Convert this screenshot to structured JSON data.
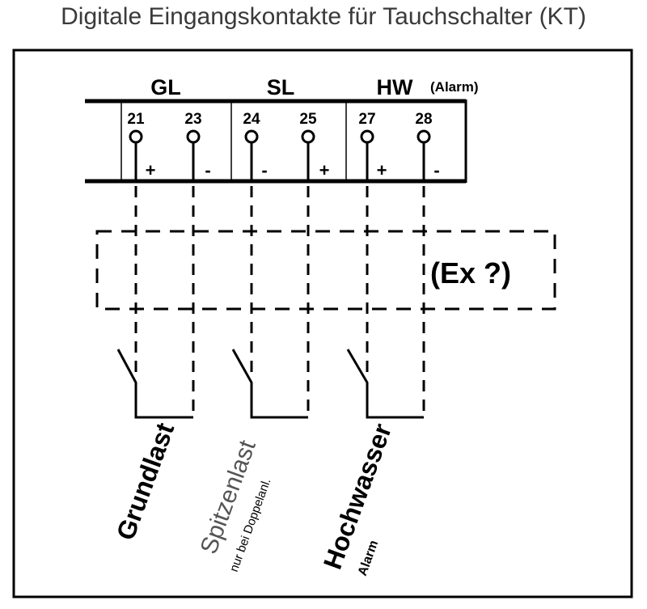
{
  "title": "Digitale Eingangskontakte für Tauchschalter (KT)",
  "groups": [
    {
      "label": "GL"
    },
    {
      "label": "SL"
    },
    {
      "label": "HW",
      "note": "(Alarm)"
    }
  ],
  "terminals": [
    {
      "number": "21",
      "polarity": "+"
    },
    {
      "number": "23",
      "polarity": "-"
    },
    {
      "number": "24",
      "polarity": "-"
    },
    {
      "number": "25",
      "polarity": "+"
    },
    {
      "number": "27",
      "polarity": "+"
    },
    {
      "number": "28",
      "polarity": "-"
    }
  ],
  "ex_label": "(Ex ?)",
  "switches": [
    {
      "label": "Grundlast",
      "sublabel": ""
    },
    {
      "label": "Spitzenlast",
      "sublabel": "nur bei Doppelanl."
    },
    {
      "label": "Hochwasser",
      "sublabel": "Alarm"
    }
  ],
  "colors": {
    "line": "#000000",
    "title": "#3a3a3a",
    "spitzenlast_label": "#555555"
  }
}
